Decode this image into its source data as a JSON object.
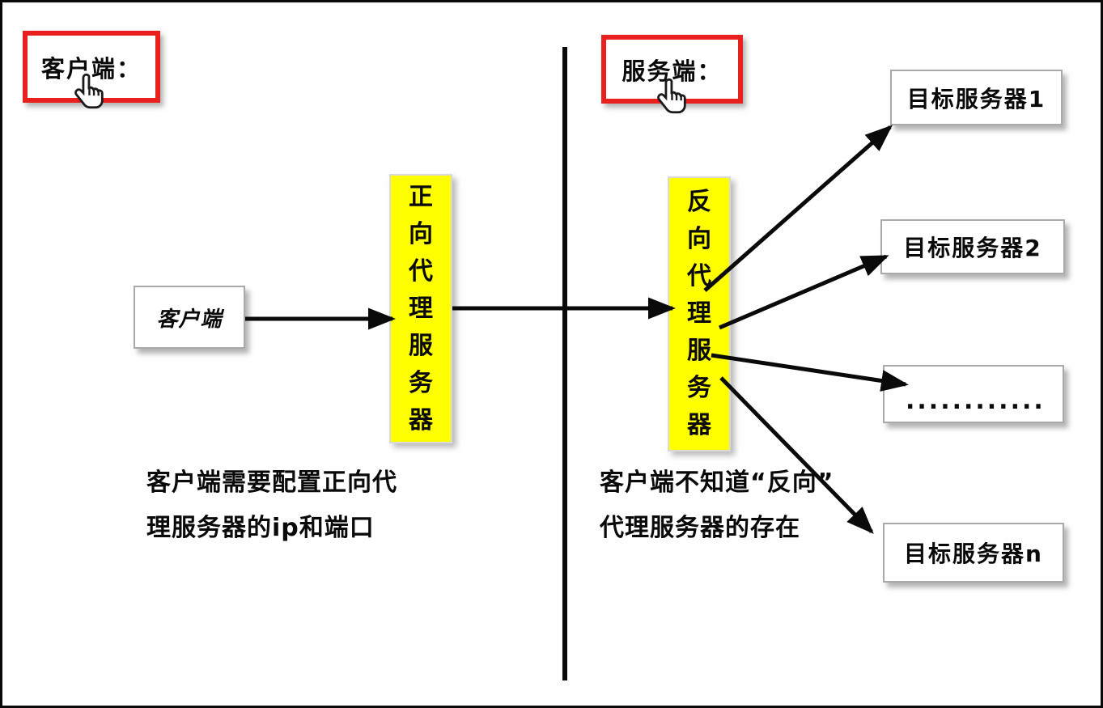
{
  "colors": {
    "accent_red": "#e8201e",
    "highlight_yellow": "#ffff00"
  },
  "left_section": {
    "header": "客户端：",
    "client_label": "客户端",
    "proxy_label": "正向代理服务器",
    "caption": "客户端需要配置正向代\n理服务器的ip和端口"
  },
  "right_section": {
    "header": "服务端：",
    "proxy_label": "反向代理服务器",
    "caption": "客户端不知道“反向”\n代理服务器的存在",
    "targets": [
      "目标服务器1",
      "目标服务器2",
      "............",
      "目标服务器n"
    ]
  }
}
